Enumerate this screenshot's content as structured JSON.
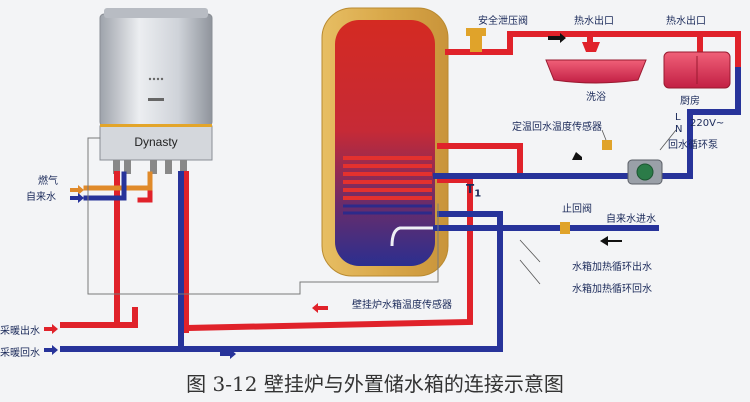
{
  "caption": "图 3-12  壁挂炉与外置储水箱的连接示意图",
  "boiler": {
    "brand": "Dynasty"
  },
  "labels": {
    "gas": "燃气",
    "tap_water": "自来水",
    "heating_out": "采暖出水",
    "heating_return": "采暖回水",
    "safety_valve": "安全泄压阀",
    "hot_water_out_1": "热水出口",
    "hot_water_out_2": "热水出口",
    "bath": "洗浴",
    "kitchen": "厨房",
    "temp_sensor": "定温回水温度传感器",
    "L": "L",
    "N": "N",
    "voltage": "220V~",
    "return_pump": "回水循环泵",
    "t1": "T",
    "t1_sub": "1",
    "check_valve": "止回阀",
    "tap_inlet": "自来水进水",
    "tank_heat_out": "水箱加热循环出水",
    "tank_heat_return": "水箱加热循环回水",
    "boiler_tank_sensor": "壁挂炉水箱温度传感器"
  },
  "colors": {
    "hot_pipe": "#e0222a",
    "cold_pipe": "#27339a",
    "tank_shell": "#d9a84a",
    "boiler_body": "#c9ccd2",
    "tank_inner_top": "#d42a22",
    "tank_inner_bottom": "#2b2f8f"
  }
}
